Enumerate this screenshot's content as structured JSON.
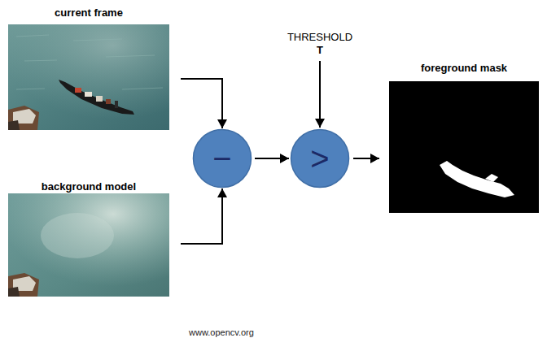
{
  "diagram": {
    "nodes": [
      {
        "text": [
          "current frame"
        ]
      },
      {
        "text": [
          "background model"
        ]
      },
      {
        "text": [
          "−"
        ]
      },
      {
        "text": [
          "THRESHOLD",
          "T"
        ]
      },
      {
        "text": [
          ">"
        ]
      },
      {
        "text": [
          "foreground mask"
        ]
      }
    ],
    "edges": [
      {
        "from": 0,
        "to": 2,
        "arrow": "to"
      },
      {
        "from": 1,
        "to": 2,
        "arrow": "to"
      },
      {
        "from": 2,
        "to": 4,
        "arrow": "to"
      },
      {
        "from": 3,
        "to": 4,
        "arrow": "to"
      },
      {
        "from": 4,
        "to": 5,
        "arrow": "to"
      }
    ],
    "labels": [
      "www.opencv.org"
    ]
  }
}
